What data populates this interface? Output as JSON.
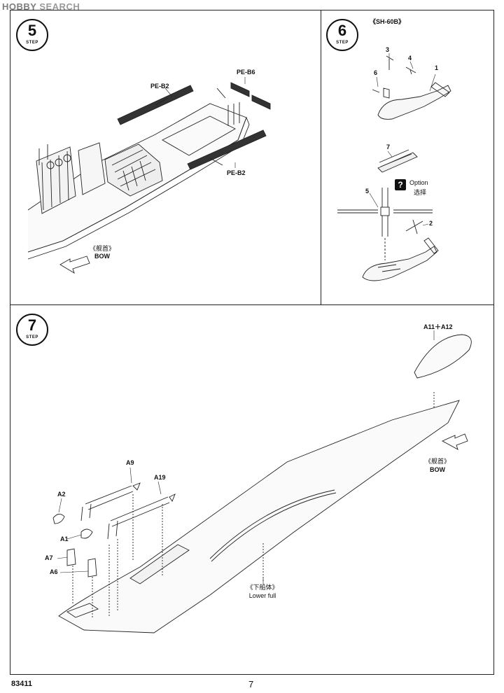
{
  "watermark": {
    "brand": "HOBBY",
    "rest": " SEARCH"
  },
  "step5": {
    "number": "5",
    "step_word": "STEP",
    "label_pe_b2_top": "PE-B2",
    "label_pe_b6": "PE-B6",
    "label_pe_b2_bottom": "PE-B2",
    "bow_cn": "《舰首》",
    "bow_en": "BOW"
  },
  "step6": {
    "number": "6",
    "step_word": "STEP",
    "title": "《SH-60B》",
    "parts": [
      "3",
      "4",
      "6",
      "1",
      "7",
      "5",
      "2"
    ],
    "option_icon": "?",
    "option_en": "Option",
    "option_cn": "选择"
  },
  "step7": {
    "number": "7",
    "step_word": "STEP",
    "label_a11_a12": "A11＋A12",
    "bow_cn": "《舰首》",
    "bow_en": "BOW",
    "label_a9": "A9",
    "label_a19": "A19",
    "label_a2": "A2",
    "label_a1": "A1",
    "label_a7": "A7",
    "label_a6": "A6",
    "hull_cn": "《下船体》",
    "hull_en": "Lower full"
  },
  "footer": {
    "code": "83411",
    "page": "7"
  }
}
